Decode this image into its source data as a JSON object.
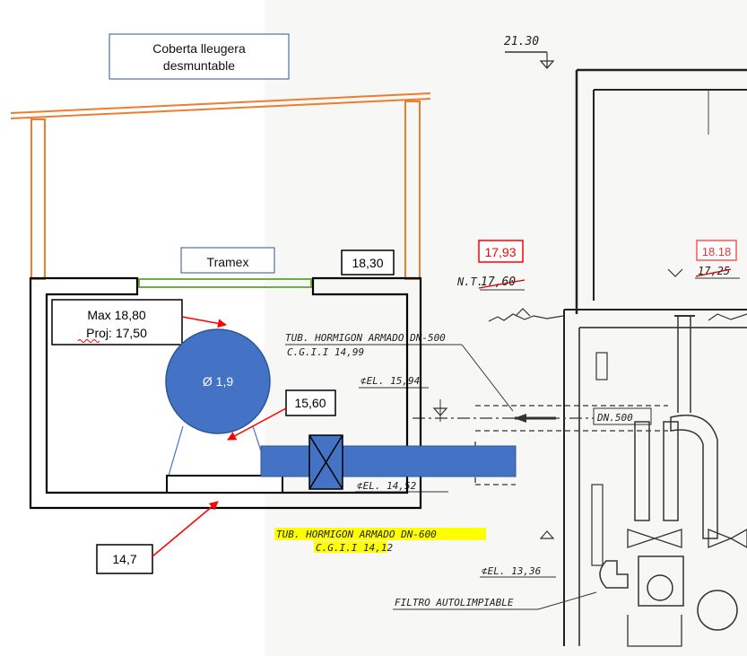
{
  "labels": {
    "roof": [
      "Coberta lleugera",
      "desmuntable"
    ],
    "tramex": "Tramex",
    "level_1830": "18,30",
    "max_line1": "Max 18,80",
    "max_line2": "Proj: 17,50",
    "tank_diameter": "Ø 1,9",
    "level_1560": "15,60",
    "level_147": "14,7"
  },
  "scan": {
    "level_2130": "21.30",
    "level_1793": "17,93",
    "level_1818": "18.18",
    "nt_prefix": "N.T.",
    "nt_old": "17,60",
    "old_1725": "17,25",
    "tub_dn500_line1": "TUB. HORMIGON ARMADO DN-500",
    "tub_dn500_line2": "C.G.I.I  14,99",
    "el_1594": "⊄EL. 15,94",
    "dn500": "DN.500",
    "el_1452": "⊄EL. 14,52",
    "tub_dn600_line1": "TUB. HORMIGON ARMADO DN-600",
    "tub_dn600_line2": "C.G.I.I  14,12",
    "el_1336": "⊄EL. 13,36",
    "filtro": "FILTRO AUTOLIMPIABLE"
  },
  "colors": {
    "roof": "#ed7d31",
    "tramex": "#70ad47",
    "tank": "#4472c4",
    "arrow": "#ff0000",
    "highlight": "#ffff00",
    "roof_box_border": "#2f5597"
  }
}
